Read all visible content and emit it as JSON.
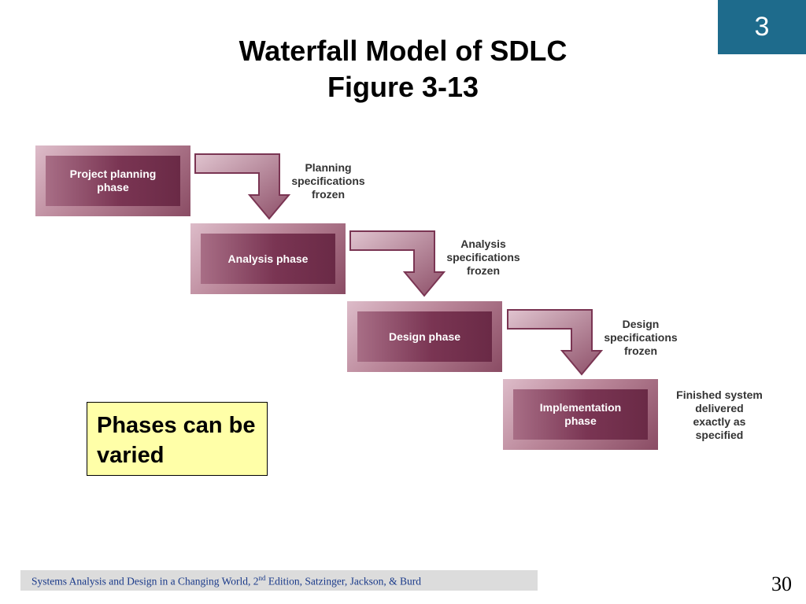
{
  "chapter_badge": "3",
  "title": {
    "line1": "Waterfall Model of SDLC",
    "line2": "Figure 3-13"
  },
  "phases": [
    {
      "label": "Project planning\nphase"
    },
    {
      "label": "Analysis phase"
    },
    {
      "label": "Design phase"
    },
    {
      "label": "Implementation\nphase"
    }
  ],
  "captions": [
    "Planning\nspecifications\nfrozen",
    "Analysis\nspecifications\nfrozen",
    "Design\nspecifications\nfrozen",
    "Finished system\ndelivered\nexactly as\nspecified"
  ],
  "note": "Phases can be varied",
  "footer": {
    "before_sup": "Systems Analysis and Design in a Changing World, 2",
    "sup": "nd",
    "after_sup": " Edition, Satzinger, Jackson, & Burd"
  },
  "page_number": "30",
  "colors": {
    "badge": "#1e6b8c",
    "phase_dark": "#7a3553",
    "phase_light": "#ddbcc9",
    "note_fill": "#ffffa8",
    "footer_text": "#1a3a8a"
  }
}
